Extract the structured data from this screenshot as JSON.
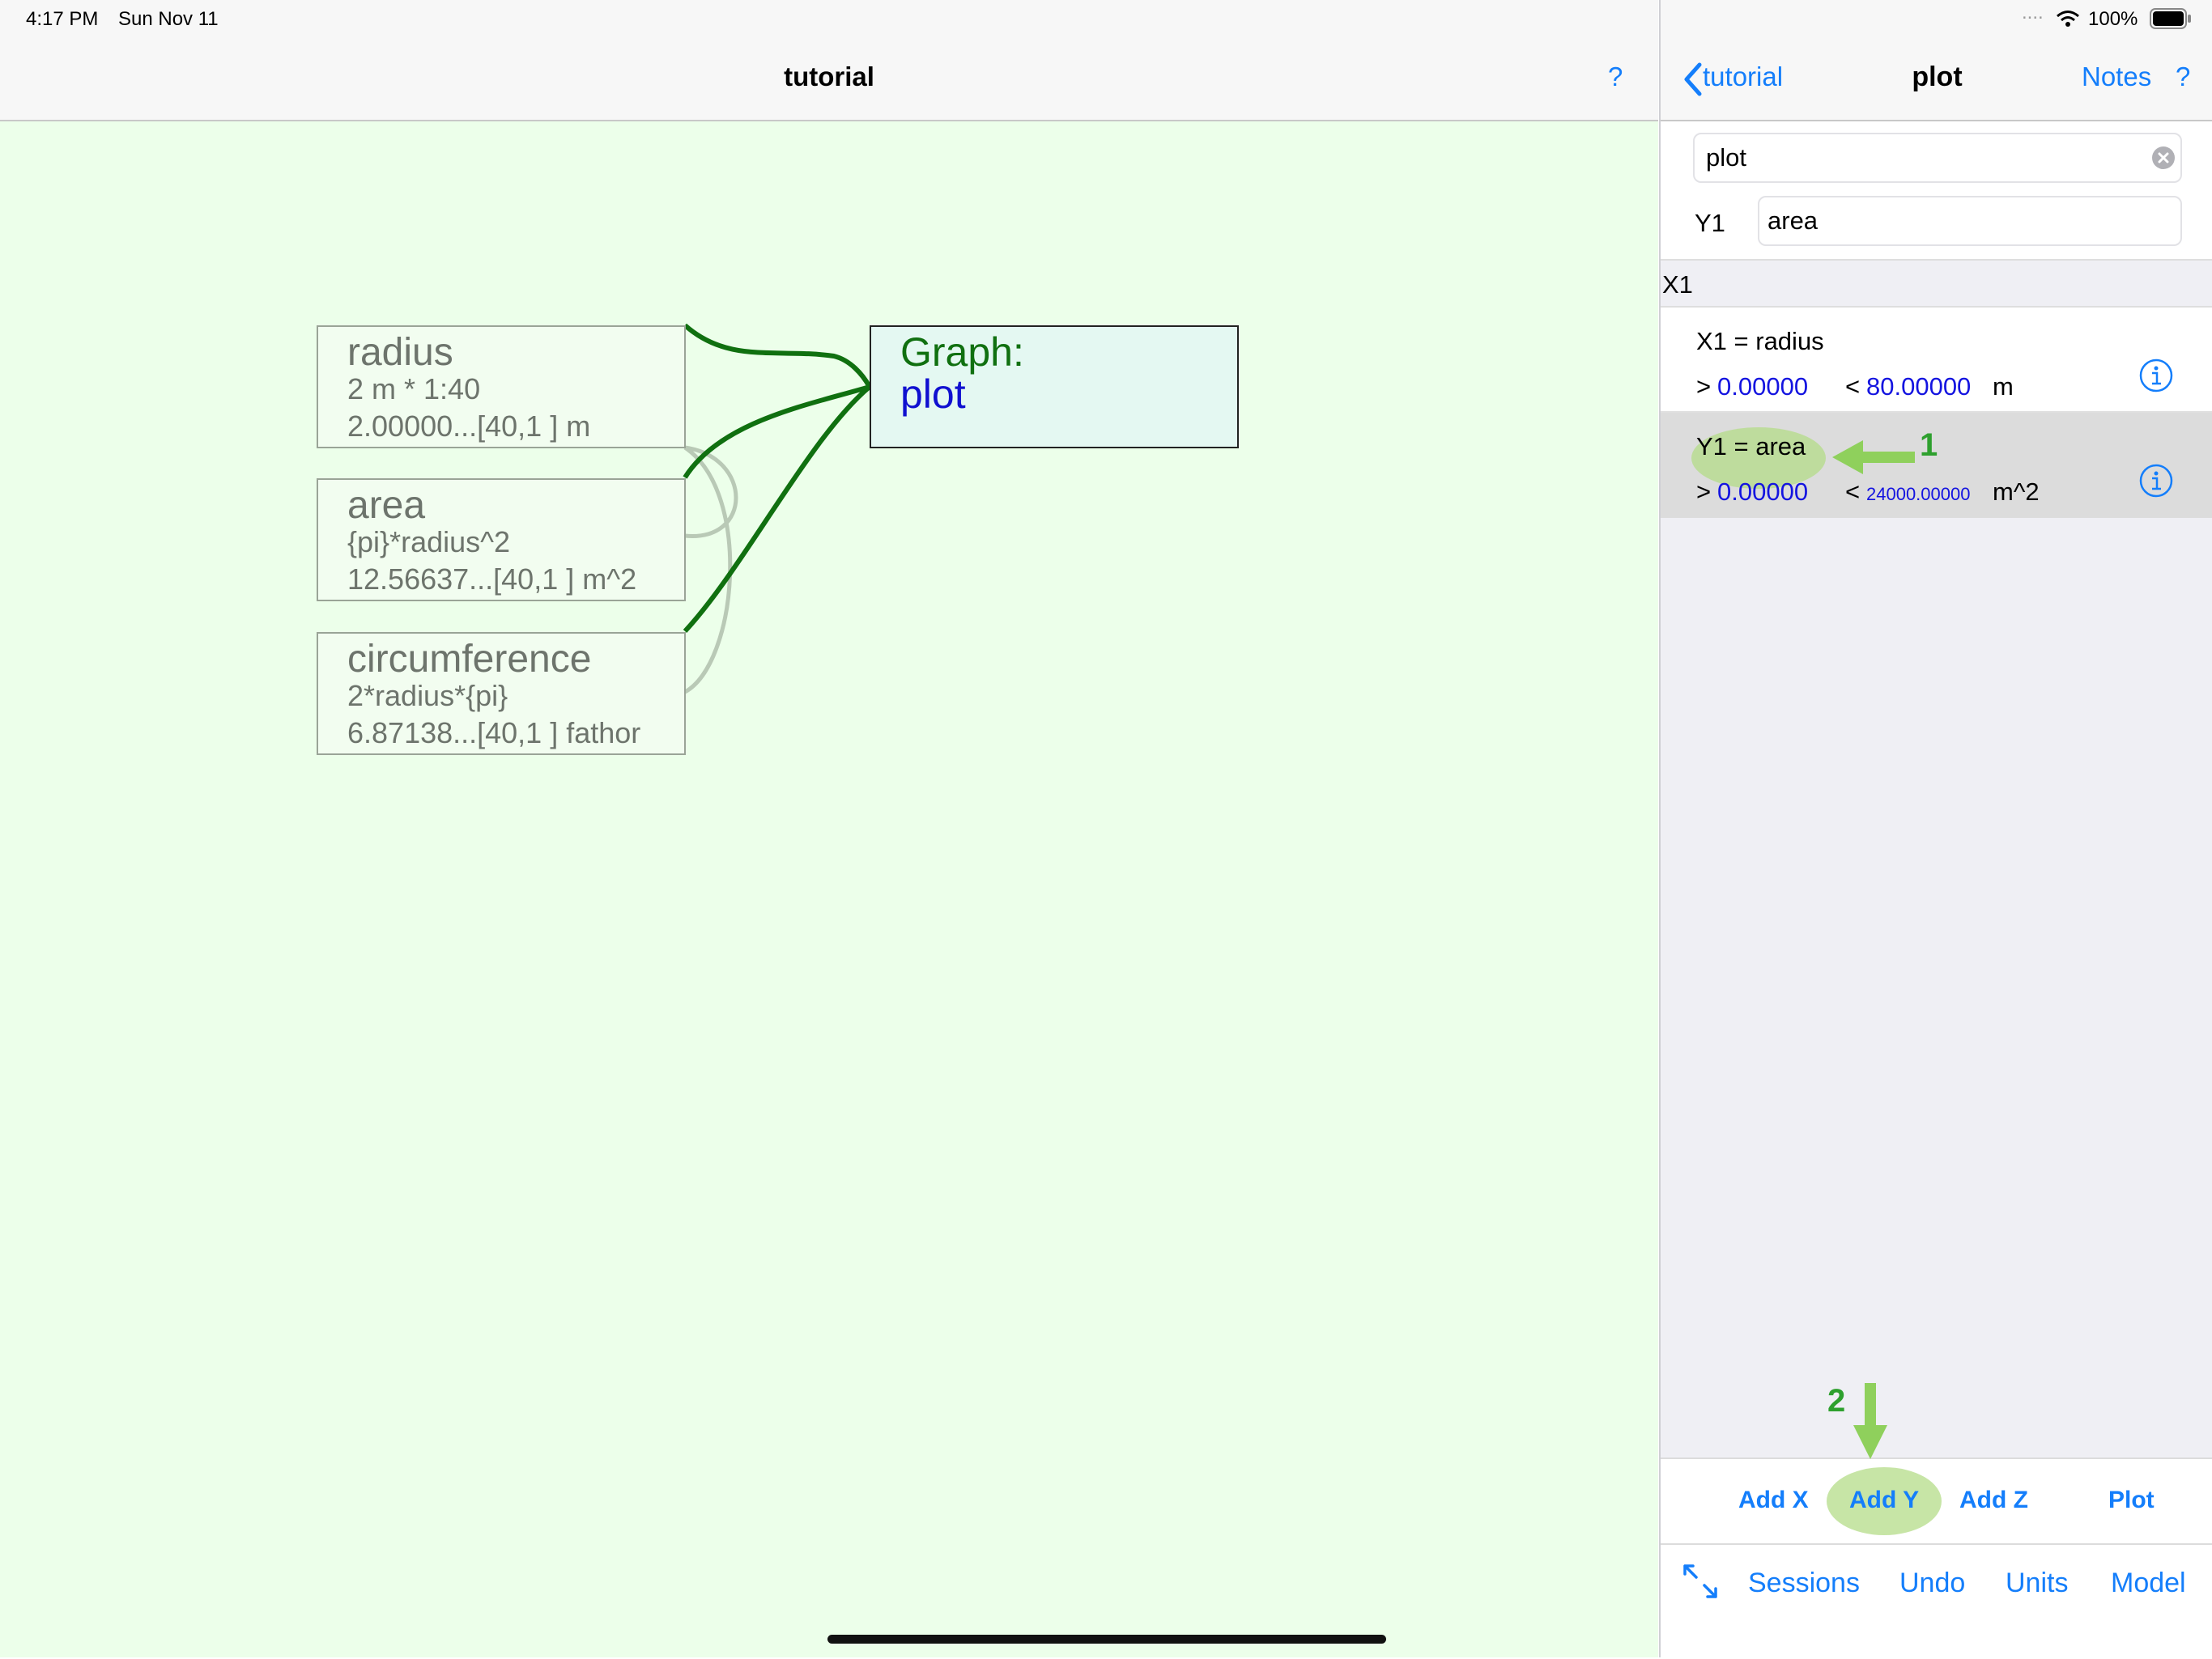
{
  "status_bar": {
    "time": "4:17 PM",
    "date": "Sun Nov 11",
    "signal": "....",
    "battery_pct": "100%"
  },
  "canvas": {
    "title": "tutorial",
    "help_label": "?",
    "nodes": [
      {
        "title": "radius",
        "line1": "2 m * 1:40",
        "line2": "2.00000...[40,1 ] m"
      },
      {
        "title": "area",
        "line1": "{pi}*radius^2",
        "line2": "12.56637...[40,1 ] m^2"
      },
      {
        "title": "circumference",
        "line1": "2*radius*{pi}",
        "line2": "6.87138...[40,1 ] fathor"
      }
    ],
    "graph_node": {
      "label": "Graph:",
      "name": "plot"
    }
  },
  "panel": {
    "back_label": "tutorial",
    "title": "plot",
    "notes_label": "Notes",
    "help_label": "?",
    "name_value": "plot",
    "y1_label": "Y1",
    "y1_value": "area",
    "section_label": "X1",
    "rows": [
      {
        "title": "X1 = radius",
        "gt": ">",
        "min": "0.00000",
        "lt": "<",
        "max": "80.00000",
        "unit": "m"
      },
      {
        "title": "Y1 = area",
        "gt": ">",
        "min": "0.00000",
        "lt": "<",
        "max": "24000.00000",
        "unit": "m^2"
      }
    ],
    "annotation_1": "1",
    "annotation_2": "2",
    "toolbar": {
      "add_x": "Add X",
      "add_y": "Add Y",
      "add_z": "Add Z",
      "plot": "Plot"
    },
    "bottom_bar": {
      "sessions": "Sessions",
      "undo": "Undo",
      "units": "Units",
      "model": "Model"
    }
  },
  "colors": {
    "canvas_bg": "#ecffea",
    "link_blue": "#147efb",
    "value_blue": "#1414e0",
    "edge_green": "#107010",
    "highlight_green": "#b4dc88",
    "annotation_green": "#2ea02e"
  },
  "icons": [
    "back-chevron-icon",
    "clear-icon",
    "info-icon",
    "arrow-left-icon",
    "arrow-down-icon",
    "expand-icon",
    "wifi-icon",
    "battery-icon"
  ]
}
